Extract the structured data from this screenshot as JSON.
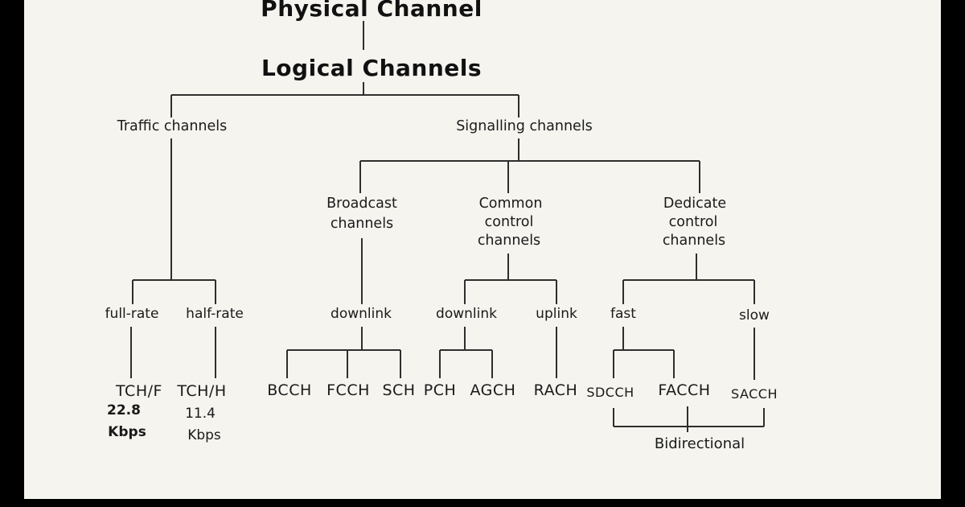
{
  "diagram": {
    "physical_channel": "Physical Channel",
    "logical_channels": "Logical Channels",
    "traffic": {
      "label": "Traffic channels",
      "full_rate": {
        "label": "full-rate",
        "channel": "TCH/F",
        "rate": "22.8",
        "unit": "Kbps"
      },
      "half_rate": {
        "label": "half-rate",
        "channel": "TCH/H",
        "rate": "11.4",
        "unit": "Kbps"
      }
    },
    "signalling": {
      "label": "Signalling channels",
      "broadcast": {
        "label_line1": "Broadcast",
        "label_line2": "channels",
        "downlink": {
          "label": "downlink",
          "channels": [
            "BCCH",
            "FCCH",
            "SCH"
          ]
        }
      },
      "common": {
        "label_line1": "Common",
        "label_line2": "control",
        "label_line3": "channels",
        "downlink": {
          "label": "downlink",
          "channels": [
            "PCH",
            "AGCH"
          ]
        },
        "uplink": {
          "label": "uplink",
          "channels": [
            "RACH"
          ]
        }
      },
      "dedicated": {
        "label_line1": "Dedicate",
        "label_line2": "control",
        "label_line3": "channels",
        "fast": {
          "label": "fast",
          "channels": [
            "SDCCH",
            "FACCH"
          ]
        },
        "slow": {
          "label": "slow",
          "channels": [
            "SACCH"
          ]
        }
      }
    },
    "bidirectional_label": "Bidirectional"
  },
  "colors": {
    "background": "#f5f4ef",
    "frame": "#000000",
    "line": "#2e2e2e",
    "text": "#1a1a1a"
  }
}
